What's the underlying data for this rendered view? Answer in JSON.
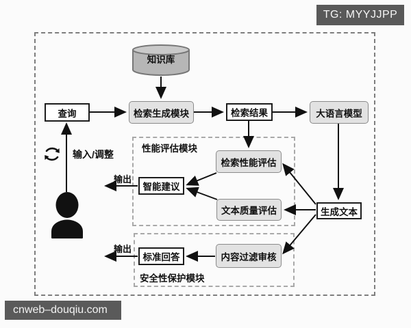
{
  "badges": {
    "tg": "TG: MYYJJPP",
    "watermark": "cnweb–douqiu.com"
  },
  "nodes": {
    "knowledge_base": {
      "label": "知识库",
      "shape": "cylinder"
    },
    "query": {
      "label": "查询",
      "shape": "rect-white"
    },
    "retrieval_module": {
      "label": "检索生成模块",
      "shape": "rect-gray"
    },
    "retrieval_results": {
      "label": "检索结果",
      "shape": "rect-white"
    },
    "llm": {
      "label": "大语言模型",
      "shape": "rect-gray"
    },
    "retrieval_eval": {
      "label": "检索性能评估",
      "shape": "rect-gray"
    },
    "suggestion": {
      "label": "智能建议",
      "shape": "rect-white"
    },
    "text_quality_eval": {
      "label": "文本质量评估",
      "shape": "rect-gray"
    },
    "generated_text": {
      "label": "生成文本",
      "shape": "rect-white"
    },
    "content_filter": {
      "label": "内容过滤审核",
      "shape": "rect-gray"
    },
    "standard_answer": {
      "label": "标准回答",
      "shape": "rect-white"
    }
  },
  "modules": {
    "performance": {
      "label": "性能评估模块"
    },
    "security": {
      "label": "安全性保护模块"
    }
  },
  "labels": {
    "input_adjust": "输入/调整",
    "output_top": "输出",
    "output_bottom": "输出"
  },
  "icons": {
    "user": "user-icon",
    "cycle": "cycle-icon"
  },
  "edges": [
    {
      "from": "查询",
      "to": "检索生成模块"
    },
    {
      "from": "检索生成模块",
      "to": "检索结果"
    },
    {
      "from": "检索结果",
      "to": "大语言模型"
    },
    {
      "from": "知识库",
      "to": "检索生成模块"
    },
    {
      "from": "检索结果",
      "to": "检索性能评估"
    },
    {
      "from": "大语言模型",
      "to": "生成文本"
    },
    {
      "from": "生成文本",
      "to": "文本质量评估"
    },
    {
      "from": "生成文本",
      "to": "检索性能评估"
    },
    {
      "from": "生成文本",
      "to": "内容过滤审核"
    },
    {
      "from": "检索性能评估",
      "to": "智能建议"
    },
    {
      "from": "文本质量评估",
      "to": "智能建议"
    },
    {
      "from": "智能建议",
      "to": "输出"
    },
    {
      "from": "内容过滤审核",
      "to": "标准回答"
    },
    {
      "from": "标准回答",
      "to": "输出"
    },
    {
      "from": "用户",
      "to": "查询",
      "label": "输入/调整"
    }
  ],
  "colors": {
    "badge_bg": "#595959",
    "node_gray_fill": "#e2e2e2",
    "node_gray_border": "#8a8a8a",
    "node_white_border": "#1c1c1c",
    "cylinder_fill": "#b6b6b6",
    "cylinder_top_fill": "#c9c9c9",
    "line": "#111111",
    "outer_dashed_border": "#7d7d7d",
    "module_dashed_border": "#a8a8a8"
  }
}
